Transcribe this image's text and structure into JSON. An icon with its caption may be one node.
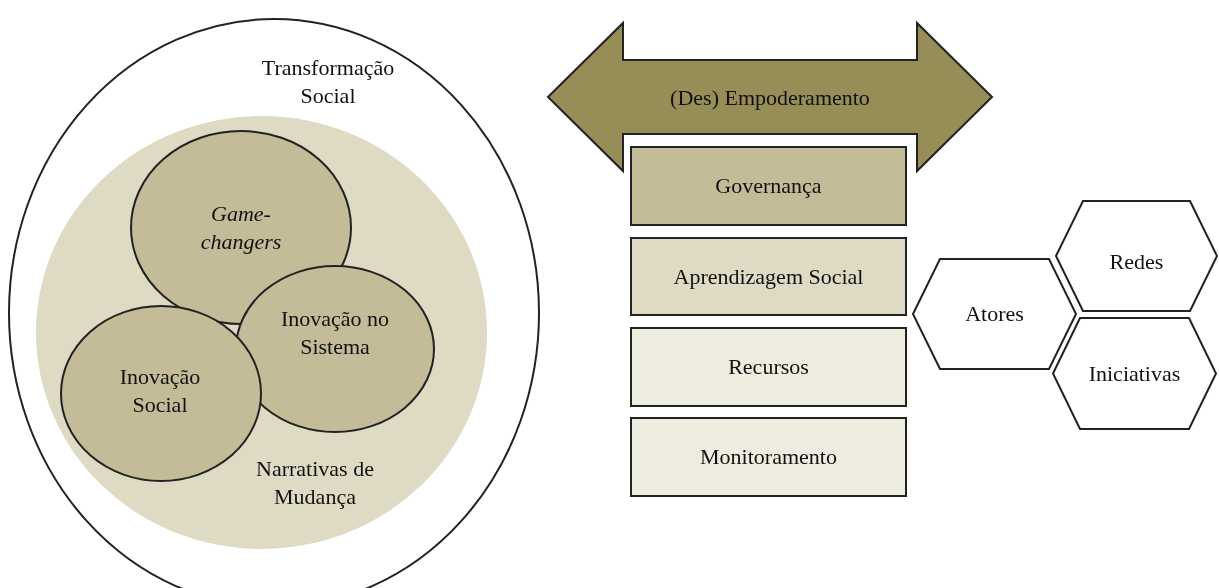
{
  "diagram": {
    "nodes": [
      {
        "text": [
          "Transformação Social"
        ]
      },
      {
        "text": [
          "Narrativas de Mudança"
        ],
        "in": 0
      },
      {
        "text": [
          "Game-changers"
        ],
        "in": 1
      },
      {
        "text": [
          "Inovação no Sistema"
        ],
        "in": 1
      },
      {
        "text": [
          "Inovação Social"
        ],
        "in": 1
      },
      {
        "text": [
          "(Des) Empoderamento"
        ]
      },
      {
        "text": [
          "Governança"
        ]
      },
      {
        "text": [
          "Aprendizagem Social"
        ]
      },
      {
        "text": [
          "Recursos"
        ]
      },
      {
        "text": [
          "Monitoramento"
        ]
      },
      {
        "text": [
          "Atores"
        ]
      },
      {
        "text": [
          "Redes"
        ]
      },
      {
        "text": [
          "Iniciativas"
        ]
      }
    ]
  }
}
